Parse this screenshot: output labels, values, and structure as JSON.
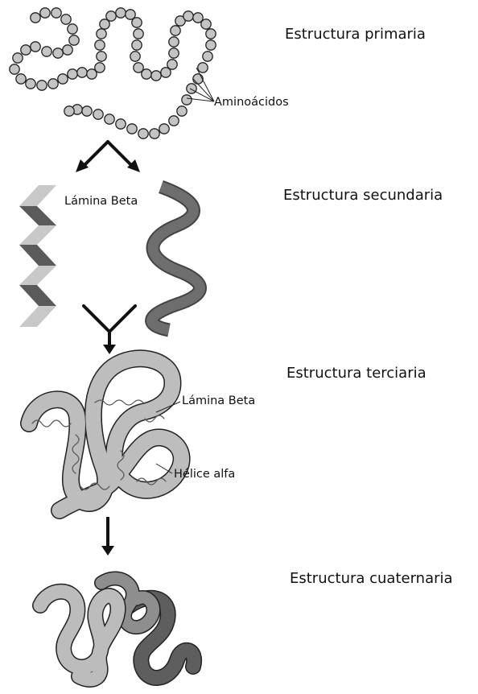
{
  "sections": [
    {
      "title": "Estructura primaria"
    },
    {
      "title": "Estructura secundaria"
    },
    {
      "title": "Estructura terciaria"
    },
    {
      "title": "Estructura cuaternaria"
    }
  ],
  "callouts": {
    "aminoacids": "Aminoácidos",
    "beta_sheet_secondary": "Lámina Beta",
    "beta_sheet_tertiary": "Lámina Beta",
    "alpha_helix_tertiary": "Hélice alfa"
  },
  "colors": {
    "bead_fill": "#c4c4c4",
    "outline": "#222222",
    "sheet_light": "#c8c8c8",
    "sheet_dark": "#5a5a5a",
    "helix": "#6e6e6e",
    "tertiary_fill": "#bdbdbd",
    "quaternary_light": "#bcbcbc",
    "quaternary_mid": "#8e8e8e",
    "quaternary_dark": "#5e5e5e",
    "arrow": "#111111"
  }
}
